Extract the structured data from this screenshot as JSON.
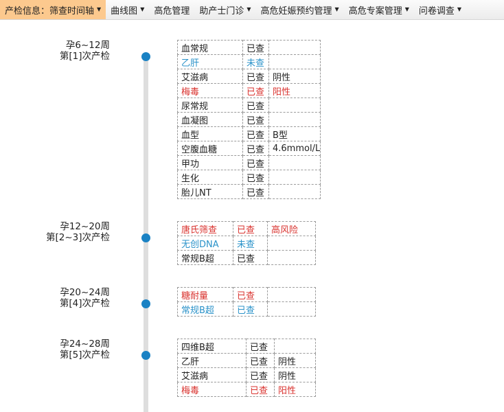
{
  "nav": [
    {
      "label": "产检信息：筛查时间轴",
      "dropdown": true,
      "active": true
    },
    {
      "label": "曲线图",
      "dropdown": true
    },
    {
      "label": "高危管理",
      "dropdown": false
    },
    {
      "label": "助产士门诊",
      "dropdown": true
    },
    {
      "label": "高危妊娠预约管理",
      "dropdown": true
    },
    {
      "label": "高危专案管理",
      "dropdown": true
    },
    {
      "label": "问卷调查",
      "dropdown": true
    }
  ],
  "stages": [
    {
      "weeks": "孕6~12周",
      "visit": "第[1]次产检",
      "rows": [
        {
          "item": "血常规",
          "status": "已查",
          "result": "",
          "state": "done"
        },
        {
          "item": "乙肝",
          "status": "未查",
          "result": "",
          "state": "todo"
        },
        {
          "item": "艾滋病",
          "status": "已查",
          "result": "阴性",
          "state": "done"
        },
        {
          "item": "梅毒",
          "status": "已查",
          "result": "阳性",
          "state": "alert"
        },
        {
          "item": "尿常规",
          "status": "已查",
          "result": "",
          "state": "done"
        },
        {
          "item": "血凝图",
          "status": "已查",
          "result": "",
          "state": "done"
        },
        {
          "item": "血型",
          "status": "已查",
          "result": "B型",
          "state": "done"
        },
        {
          "item": "空腹血糖",
          "status": "已查",
          "result": "4.6mmol/L",
          "state": "done"
        },
        {
          "item": "甲功",
          "status": "已查",
          "result": "",
          "state": "done"
        },
        {
          "item": "生化",
          "status": "已查",
          "result": "",
          "state": "done"
        },
        {
          "item": "胎儿NT",
          "status": "已查",
          "result": "",
          "state": "done"
        }
      ]
    },
    {
      "weeks": "孕12~20周",
      "visit": "第[2~3]次产检",
      "rows": [
        {
          "item": "唐氏筛查",
          "status": "已查",
          "result": "高风险",
          "state": "alert"
        },
        {
          "item": "无创DNA",
          "status": "未查",
          "result": "",
          "state": "todo"
        },
        {
          "item": "常规B超",
          "status": "已查",
          "result": "",
          "state": "done"
        }
      ]
    },
    {
      "weeks": "孕20~24周",
      "visit": "第[4]次产检",
      "rows": [
        {
          "item": "糖耐量",
          "status": "已查",
          "result": "",
          "state": "alert"
        },
        {
          "item": "常规B超",
          "status": "已查",
          "result": "",
          "state": "todo"
        }
      ]
    },
    {
      "weeks": "孕24~28周",
      "visit": "第[5]次产检",
      "rows": [
        {
          "item": "四维B超",
          "status": "已查",
          "result": "",
          "state": "done"
        },
        {
          "item": "乙肝",
          "status": "已查",
          "result": "阴性",
          "state": "done"
        },
        {
          "item": "艾滋病",
          "status": "已查",
          "result": "阴性",
          "state": "done"
        },
        {
          "item": "梅毒",
          "status": "已查",
          "result": "阳性",
          "state": "alert"
        }
      ]
    }
  ]
}
